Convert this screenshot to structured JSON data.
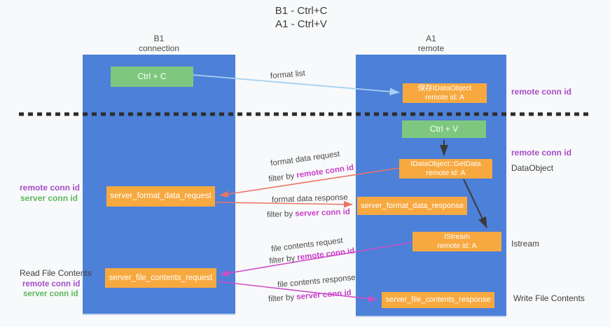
{
  "title": {
    "line1": "B1 - Ctrl+C",
    "line2": "A1 - Ctrl+V"
  },
  "lanes": {
    "left": {
      "header_line1": "B1",
      "header_line2": "connection"
    },
    "right": {
      "header_line1": "A1",
      "header_line2": "remote"
    }
  },
  "boxes": {
    "ctrl_c": "Ctrl + C",
    "ctrl_v": "Ctrl + V",
    "save_idataobject_line1": "保存IDataObject",
    "save_idataobject_line2": "remote id: A",
    "getdata_line1": "IDataObject::GetData",
    "getdata_line2": "remote id: A",
    "istream_line1": "IStream",
    "istream_line2": "remote id: A",
    "server_format_data_request": "server_format_data_request",
    "server_format_data_response": "server_format_data_response",
    "server_file_contents_request": "server_file_contents_request",
    "server_file_contents_response": "server_file_contents_response"
  },
  "edge_labels": {
    "format_list": "format list",
    "format_data_request": "format data request",
    "format_data_response": "format data response",
    "file_contents_request": "file contents request",
    "file_contents_response": "file contents response",
    "filter_by": "filter by ",
    "remote_conn_id": "remote conn id",
    "server_conn_id": "server conn id"
  },
  "side_labels": {
    "left": {
      "remote_conn_id": "remote conn id",
      "server_conn_id": "server conn id",
      "read_file_contents": "Read File Contents"
    },
    "right": {
      "remote_conn_id_top": "remote conn id",
      "remote_conn_id_mid": "remote conn id",
      "dataobject": "DataObject",
      "istream": "Istream",
      "write_file_contents": "Write File Contents"
    }
  },
  "colors": {
    "lane_blue": "#4d80d8",
    "box_orange": "#f7a940",
    "box_green": "#7dc87e",
    "label_purple": "#a64dc8",
    "label_green": "#5cb85c",
    "filter_magenta": "#c83fc8",
    "arrow_red": "#ea7566",
    "arrow_magenta": "#cc4fc8",
    "arrow_blue": "#a5d2f2",
    "arrow_black": "#3a3a3a",
    "separator_black": "#2c2c2c"
  }
}
